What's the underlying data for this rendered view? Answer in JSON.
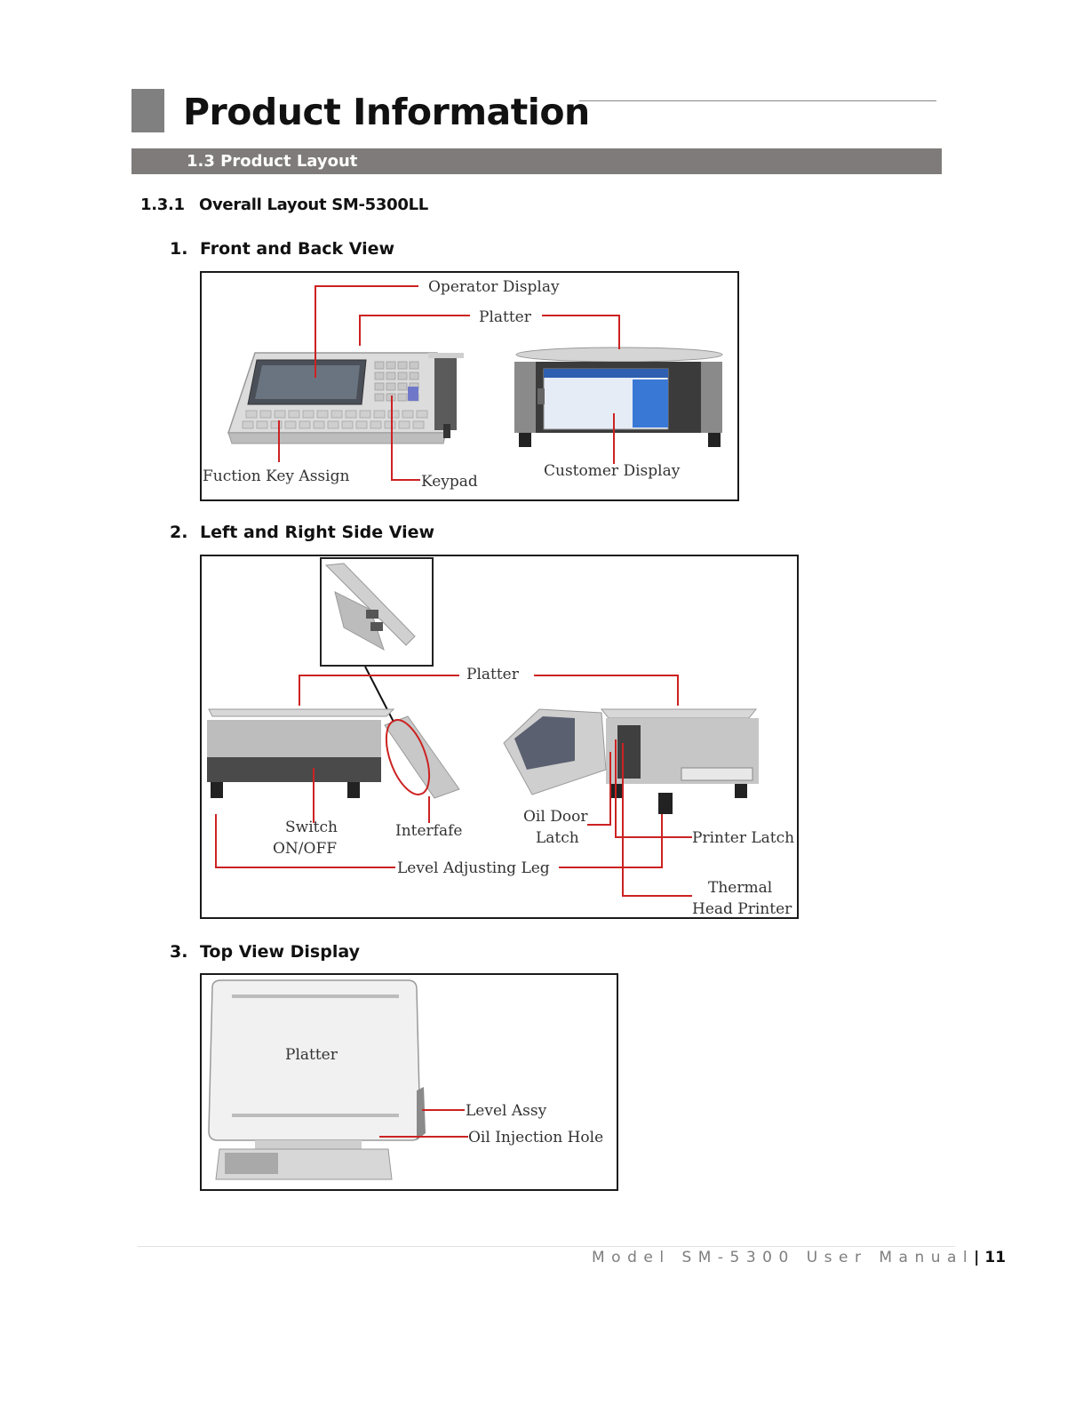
{
  "header": {
    "title": "Product Information",
    "section": "1.3 Product Layout"
  },
  "subsection": {
    "number": "1.3.1",
    "title": "Overall Layout SM-5300LL"
  },
  "views": [
    {
      "number": "1.",
      "title": "Front and Back View",
      "labels": {
        "operator_display": "Operator Display",
        "platter": "Platter",
        "function_key_assign": "Fuction Key Assign",
        "keypad": "Keypad",
        "customer_display": "Customer Display"
      }
    },
    {
      "number": "2.",
      "title": "Left and Right Side View",
      "labels": {
        "platter": "Platter",
        "switch_1": "Switch",
        "switch_2": "ON/OFF",
        "interface": "Interfafe",
        "oil_door_1": "Oil Door",
        "oil_door_2": "Latch",
        "printer_latch": "Printer Latch",
        "level_adjusting_leg": "Level Adjusting Leg",
        "thermal_1": "Thermal",
        "thermal_2": "Head Printer"
      }
    },
    {
      "number": "3.",
      "title": "Top View Display",
      "labels": {
        "platter": "Platter",
        "level_assy": "Level Assy",
        "oil_injection_hole": "Oil Injection Hole"
      }
    }
  ],
  "colors": {
    "title_block": "#808080",
    "section_bar": "#7f7b7a",
    "callout_line": "#cc2222"
  },
  "footer": {
    "text": "Model SM-5300 User Manual",
    "separator": "|",
    "page_number": "11"
  }
}
